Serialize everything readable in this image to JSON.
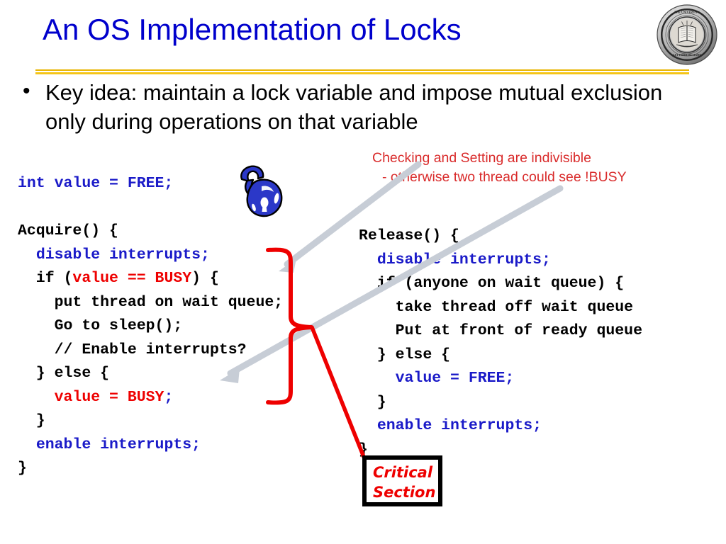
{
  "slide": {
    "title": "An OS Implementation of Locks",
    "title_color": "#0000CC",
    "divider_color": "#F5C518",
    "background": "#FFFFFF"
  },
  "seal": {
    "name": "uc-berkeley-seal",
    "rim_text_top": "THE UNIVERSITY OF CALIFORNIA",
    "rim_text_bottom": "LET THERE BE LIGHT"
  },
  "bullet": {
    "marker": "•",
    "text": "Key idea: maintain a lock variable and impose mutual exclusion only during operations on that variable"
  },
  "lock_icon": {
    "name": "open-padlock-icon",
    "color": "#2B38C8"
  },
  "annotation": {
    "color": "#D92B2B",
    "line1": "Checking and Setting are indivisible",
    "line2": "- otherwise two thread could see !BUSY"
  },
  "code_left": {
    "name": "acquire-code",
    "lines": [
      [
        {
          "t": "int value = FREE;",
          "c": "blue"
        }
      ],
      [
        {
          "t": "",
          "c": "black"
        }
      ],
      [
        {
          "t": "Acquire() {",
          "c": "black"
        }
      ],
      [
        {
          "t": "  ",
          "c": "black"
        },
        {
          "t": "disable interrupts;",
          "c": "blue"
        }
      ],
      [
        {
          "t": "  if (",
          "c": "black"
        },
        {
          "t": "value == BUSY",
          "c": "red"
        },
        {
          "t": ") {",
          "c": "black"
        }
      ],
      [
        {
          "t": "    put thread on wait queue;",
          "c": "black"
        }
      ],
      [
        {
          "t": "    Go to sleep();",
          "c": "black"
        }
      ],
      [
        {
          "t": "    // Enable interrupts?",
          "c": "black"
        }
      ],
      [
        {
          "t": "  } else {",
          "c": "black"
        }
      ],
      [
        {
          "t": "    ",
          "c": "black"
        },
        {
          "t": "value = BUSY",
          "c": "red"
        },
        {
          "t": ";",
          "c": "blue"
        }
      ],
      [
        {
          "t": "  }",
          "c": "black"
        }
      ],
      [
        {
          "t": "  ",
          "c": "black"
        },
        {
          "t": "enable interrupts;",
          "c": "blue"
        }
      ],
      [
        {
          "t": "}",
          "c": "black"
        }
      ]
    ]
  },
  "code_right": {
    "name": "release-code",
    "lines": [
      [
        {
          "t": "Release() {",
          "c": "black"
        }
      ],
      [
        {
          "t": "  ",
          "c": "black"
        },
        {
          "t": "disable interrupts;",
          "c": "blue"
        }
      ],
      [
        {
          "t": "  if (anyone on wait queue) {",
          "c": "black"
        }
      ],
      [
        {
          "t": "    take thread off wait queue",
          "c": "black"
        }
      ],
      [
        {
          "t": "    Put at front of ready queue",
          "c": "black"
        }
      ],
      [
        {
          "t": "  } else {",
          "c": "black"
        }
      ],
      [
        {
          "t": "    ",
          "c": "black"
        },
        {
          "t": "value = FREE;",
          "c": "blue"
        }
      ],
      [
        {
          "t": "  }",
          "c": "black"
        }
      ],
      [
        {
          "t": "  ",
          "c": "black"
        },
        {
          "t": "enable interrupts;",
          "c": "blue"
        }
      ],
      [
        {
          "t": "}",
          "c": "black"
        }
      ]
    ]
  },
  "critical_section": {
    "line1": "Critical",
    "line2": "Section",
    "text_color": "#EE0000",
    "border_color": "#000000"
  },
  "callouts": {
    "brace_color": "#EE0000",
    "pointer_color": "#C7CDD6",
    "arrow1_label": "gray-arrow-to-if-value-busy",
    "arrow2_label": "gray-arrow-to-value-equals-busy",
    "brace_label": "red-brace-critical-section",
    "connector_label": "red-connector-to-critical-section"
  }
}
